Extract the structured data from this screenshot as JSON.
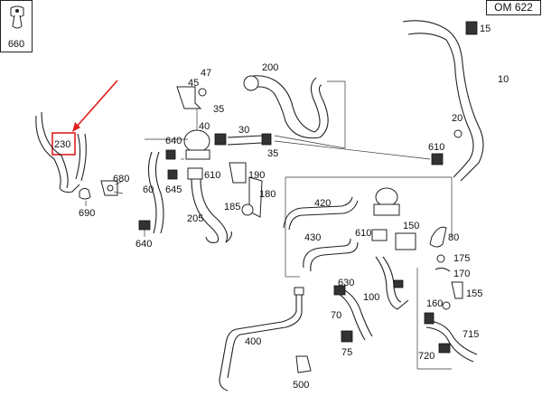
{
  "engine_code": "OM 622",
  "inset_label": "660",
  "highlight_label": "230",
  "highlight_color": "#e02020",
  "part_numbers": {
    "p10": "10",
    "p15": "15",
    "p20": "20",
    "p30": "30",
    "p35a": "35",
    "p35b": "35",
    "p40": "40",
    "p45": "45",
    "p47": "47",
    "p60": "60",
    "p70": "70",
    "p75": "75",
    "p80": "80",
    "p100": "100",
    "p150": "150",
    "p155": "155",
    "p160": "160",
    "p170": "170",
    "p175": "175",
    "p180": "180",
    "p185": "185",
    "p190": "190",
    "p200": "200",
    "p205": "205",
    "p400": "400",
    "p420": "420",
    "p430": "430",
    "p500": "500",
    "p610a": "610",
    "p610b": "610",
    "p610c": "610",
    "p630": "630",
    "p640a": "640",
    "p640b": "640",
    "p645": "645",
    "p680": "680",
    "p690": "690",
    "p715": "715",
    "p720": "720"
  }
}
